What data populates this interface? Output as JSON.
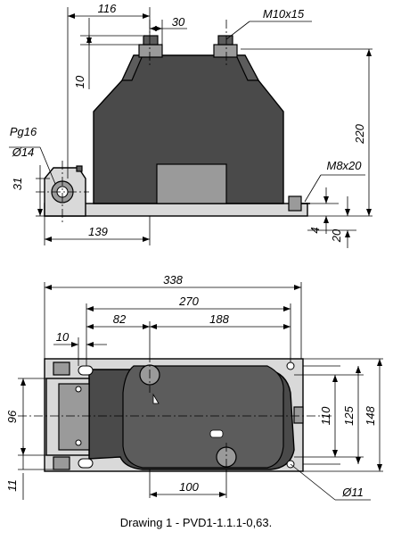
{
  "front_view": {
    "dims": {
      "w116": "116",
      "w30": "30",
      "thread_top": "M10x15",
      "h10": "10",
      "h220": "220",
      "pg": "Pg16",
      "dia14": "Ø14",
      "h31": "31",
      "thread_side": "M8x20",
      "w139": "139",
      "h4": "4",
      "h20": "20"
    }
  },
  "plan_view": {
    "dims": {
      "w338": "338",
      "w270": "270",
      "w82": "82",
      "w188": "188",
      "w10": "10",
      "h96": "96",
      "h11": "11",
      "h110": "110",
      "h125": "125",
      "h148": "148",
      "w100": "100",
      "dia11": "Ø11"
    }
  },
  "caption": "Drawing 1 - PVD1-1.1.1-0,63."
}
